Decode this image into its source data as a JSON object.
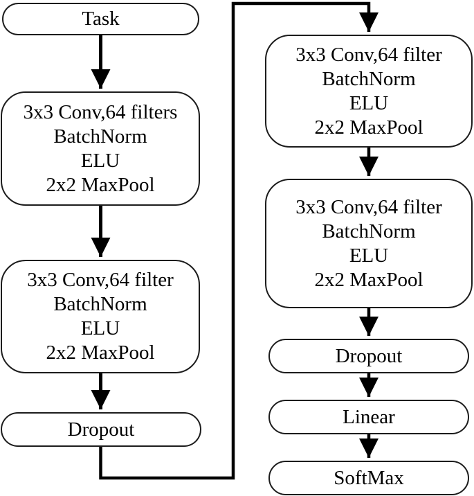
{
  "diagram": {
    "type": "flowchart",
    "description": "Convolutional neural network architecture flow diagram, two columns connected by an elbow connector",
    "colors": {
      "background": "#ffffff",
      "node_fill": "#ffffff",
      "node_border": "#1c1c1c",
      "arrow": "#000000",
      "text": "#000000"
    }
  },
  "nodes": {
    "task": {
      "label": "Task"
    },
    "conv_l1": {
      "lines": [
        "3x3 Conv,64 filters",
        "BatchNorm",
        "ELU",
        "2x2 MaxPool"
      ]
    },
    "conv_l2": {
      "lines": [
        "3x3 Conv,64 filter",
        "BatchNorm",
        "ELU",
        "2x2 MaxPool"
      ]
    },
    "dropout_left": {
      "label": "Dropout"
    },
    "conv_r1": {
      "lines": [
        "3x3 Conv,64 filter",
        "BatchNorm",
        "ELU",
        "2x2 MaxPool"
      ]
    },
    "conv_r2": {
      "lines": [
        "3x3 Conv,64 filter",
        "BatchNorm",
        "ELU",
        "2x2 MaxPool"
      ]
    },
    "dropout_right": {
      "label": "Dropout"
    },
    "linear": {
      "label": "Linear"
    },
    "softmax": {
      "label": "SoftMax"
    }
  },
  "edges": [
    {
      "from": "task",
      "to": "conv_l1"
    },
    {
      "from": "conv_l1",
      "to": "conv_l2"
    },
    {
      "from": "conv_l2",
      "to": "dropout_left"
    },
    {
      "from": "dropout_left",
      "to": "conv_r1"
    },
    {
      "from": "conv_r1",
      "to": "conv_r2"
    },
    {
      "from": "conv_r2",
      "to": "dropout_right"
    },
    {
      "from": "dropout_right",
      "to": "linear"
    },
    {
      "from": "linear",
      "to": "softmax"
    }
  ]
}
